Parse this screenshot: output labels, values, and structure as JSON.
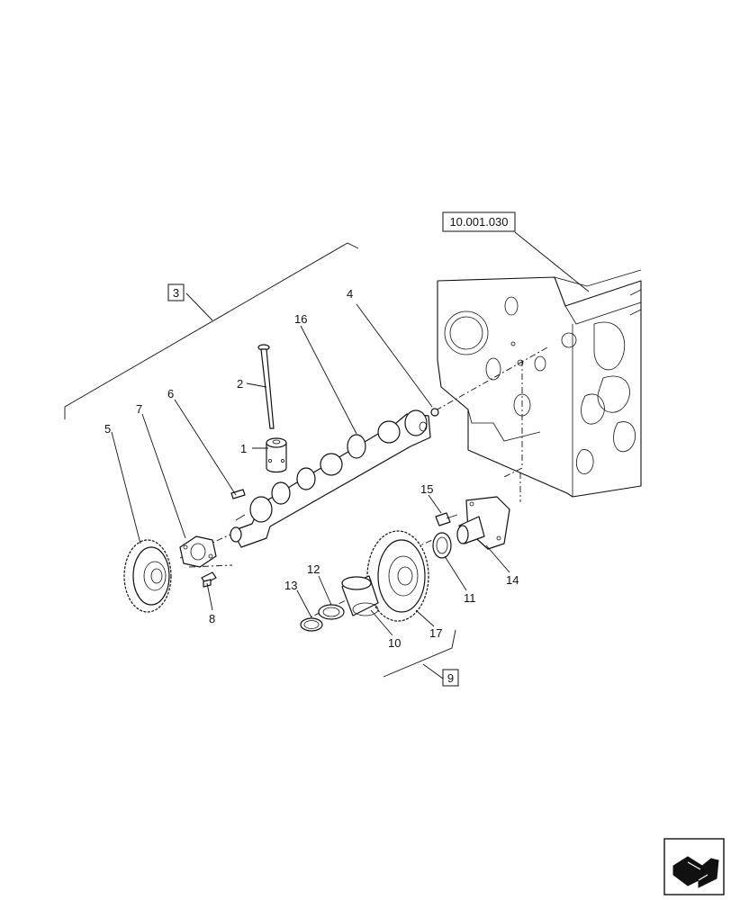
{
  "ref_box": "10.001.030",
  "group_boxes": {
    "camshaft_group": "3",
    "gear_group": "9"
  },
  "callouts": {
    "c1": "1",
    "c2": "2",
    "c4": "4",
    "c5": "5",
    "c6": "6",
    "c7": "7",
    "c8": "8",
    "c10": "10",
    "c11": "11",
    "c12": "12",
    "c13": "13",
    "c14": "14",
    "c15": "15",
    "c16": "16",
    "c17": "17"
  },
  "nav_icon": "next-page-arrow-icon"
}
